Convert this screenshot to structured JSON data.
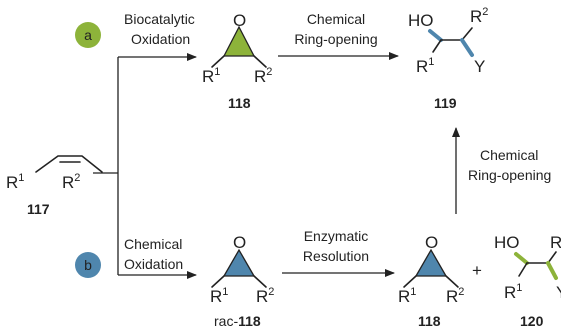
{
  "colors": {
    "route_a": "#8db33a",
    "route_b": "#4f86ad",
    "epoxide_green": "#8db33a",
    "epoxide_blue": "#4f86ad",
    "bond_blue": "#4f86ad",
    "bond_green": "#8db33a"
  },
  "route_a": {
    "badge": "a",
    "step_line1": "Biocatalytic",
    "step_line2": "Oxidation"
  },
  "route_b": {
    "badge": "b",
    "step_line1": "Chemical",
    "step_line2": "Oxidation"
  },
  "ring_opening_top": {
    "line1": "Chemical",
    "line2": "Ring-opening"
  },
  "ring_opening_right": {
    "line1": "Chemical",
    "line2": "Ring-opening"
  },
  "resolution": {
    "line1": "Enzymatic",
    "line2": "Resolution"
  },
  "atoms": {
    "O": "O",
    "R": "R",
    "sup1": "1",
    "sup2": "2",
    "HO": "HO",
    "Y": "Y",
    "plus": "+"
  },
  "compounds": {
    "c117": "117",
    "c118_top": "118",
    "c119": "119",
    "rac_prefix": "rac-",
    "c118_rac": "118",
    "c118_bottom": "118",
    "c120": "120"
  }
}
